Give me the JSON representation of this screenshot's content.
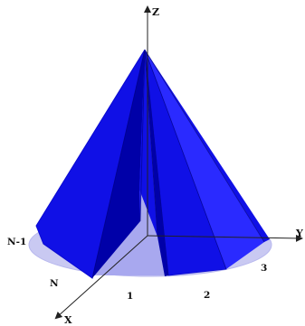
{
  "axes": {
    "z": "Z",
    "y": "Y",
    "x": "X"
  },
  "segment_labels": {
    "n_minus_1": "N-1",
    "n": "N",
    "one": "1",
    "two": "2",
    "three": "3"
  },
  "colors": {
    "base_light": "#c9c9f2",
    "base_mid": "#a7a7ee",
    "base_deep": "#8f8fe8",
    "surface_blue": "#1010e6",
    "surface_blue_bright": "#2a2aff",
    "surface_blue_dark": "#0000a8",
    "axis": "#222222"
  }
}
